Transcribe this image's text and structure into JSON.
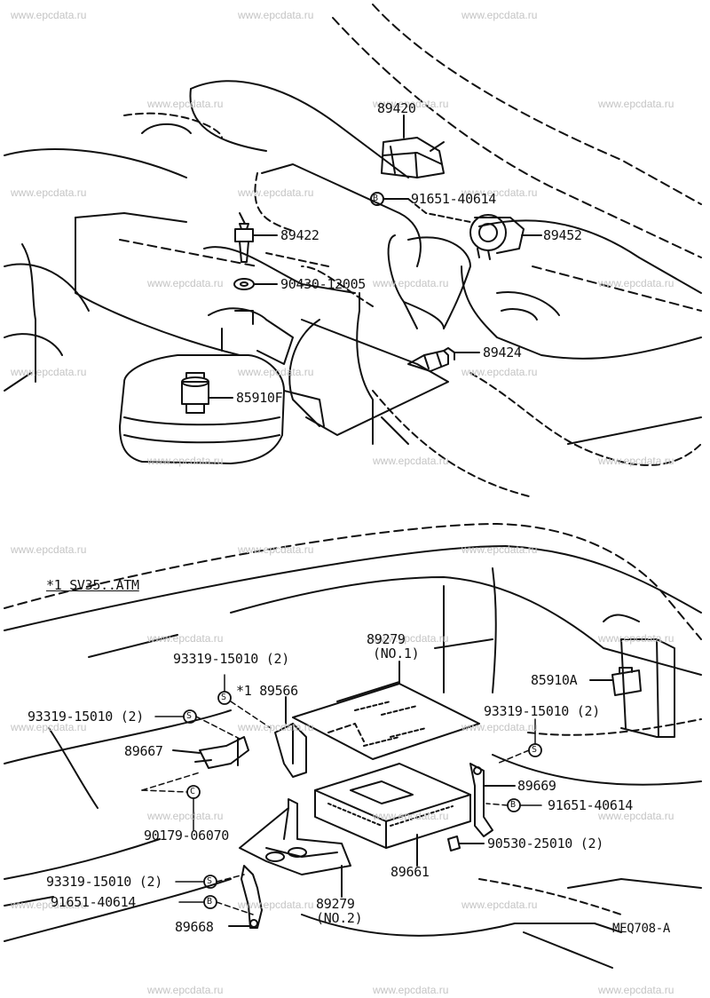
{
  "watermark": "www.epcdata.ru",
  "diagram_code": "MEQ708-A",
  "note": "*1 SV35..ATM",
  "callouts": {
    "p89420": "89420",
    "p91651_top": "91651-40614",
    "p89422": "89422",
    "p89452": "89452",
    "p90430": "90430-12005",
    "p89424": "89424",
    "p85910F": "85910F",
    "p89279_no1": "89279",
    "p89279_no1_sub": "(NO.1)",
    "p93319_a": "93319-15010 (2)",
    "p89566": "*1  89566",
    "p85910A": "85910A",
    "p93319_b": "93319-15010 (2)",
    "p93319_c": "93319-15010 (2)",
    "p89667": "89667",
    "p89669": "89669",
    "p91651_mid": "91651-40614",
    "p90179": "90179-06070",
    "p90530": "90530-25010 (2)",
    "p89661": "89661",
    "p93319_d": "93319-15010 (2)",
    "p89279_no2": "89279",
    "p89279_no2_sub": "(NO.2)",
    "p91651_bot": "91651-40614",
    "p89668": "89668"
  },
  "symbols": {
    "bolt_letter": "S",
    "nut_letter": "B",
    "clip_letter": "C"
  },
  "colors": {
    "line": "#111111",
    "watermark": "#c4c4c4",
    "background": "#ffffff"
  }
}
